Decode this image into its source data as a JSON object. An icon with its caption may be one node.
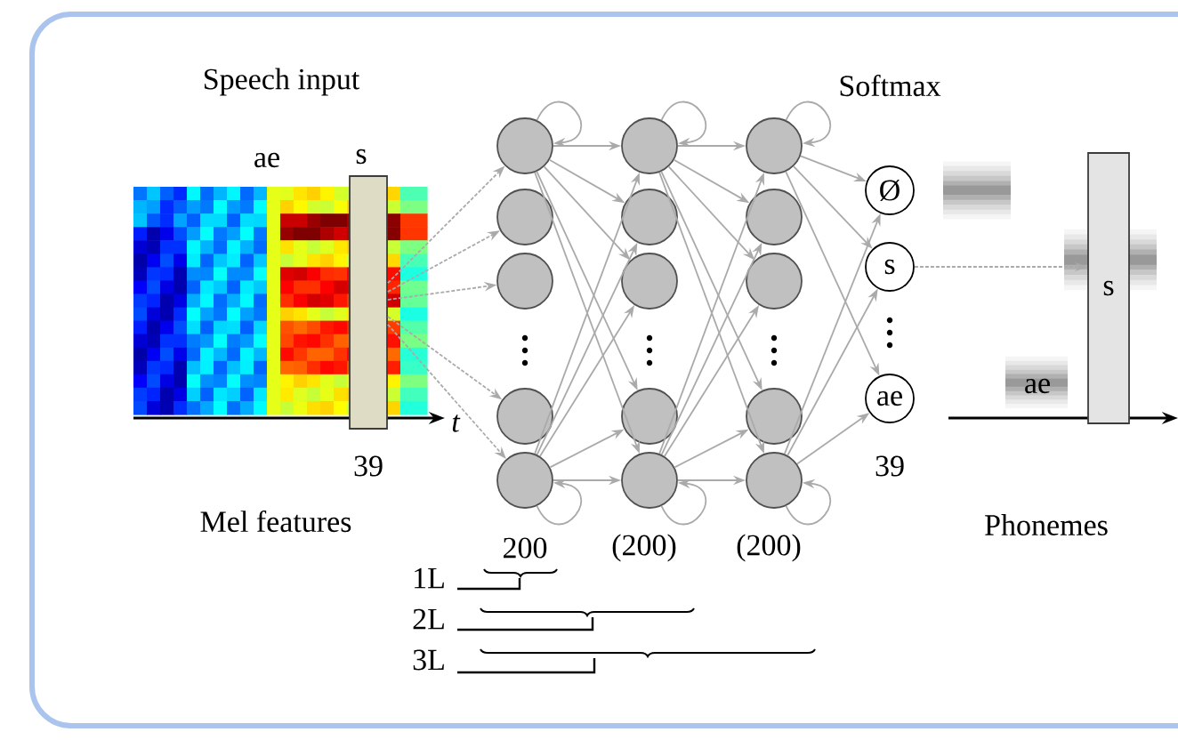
{
  "diagram": {
    "nodes": [
      {
        "text": [],
        "shape": "bar"
      },
      {
        "text": [],
        "shape": "circle"
      },
      {
        "text": [],
        "shape": "circle"
      },
      {
        "text": [],
        "shape": "circle"
      },
      {
        "text": [],
        "shape": "circle"
      },
      {
        "text": [],
        "shape": "circle"
      },
      {
        "text": [],
        "shape": "circle"
      },
      {
        "text": [],
        "shape": "circle"
      },
      {
        "text": [],
        "shape": "circle"
      },
      {
        "text": [],
        "shape": "circle"
      },
      {
        "text": [],
        "shape": "circle"
      },
      {
        "text": [],
        "shape": "circle"
      },
      {
        "text": [],
        "shape": "circle"
      },
      {
        "text": [],
        "shape": "circle"
      },
      {
        "text": [],
        "shape": "circle"
      },
      {
        "text": [],
        "shape": "circle"
      },
      {
        "text": [
          "Ø"
        ]
      },
      {
        "text": [
          "s"
        ]
      },
      {
        "text": [
          "ae"
        ]
      },
      {
        "text": [
          "s"
        ]
      }
    ],
    "edges": [
      {
        "from": 0,
        "to": 1,
        "arrow": "to",
        "style": "dashed"
      },
      {
        "from": 0,
        "to": 2,
        "arrow": "to",
        "style": "dashed"
      },
      {
        "from": 0,
        "to": 3,
        "arrow": "to",
        "style": "dashed"
      },
      {
        "from": 0,
        "to": 4,
        "arrow": "to",
        "style": "dashed"
      },
      {
        "from": 0,
        "to": 5,
        "arrow": "to",
        "style": "dashed"
      },
      {
        "from": 1,
        "to": 1,
        "arrow": "to"
      },
      {
        "from": 5,
        "to": 5,
        "arrow": "to"
      },
      {
        "from": 1,
        "to": 6,
        "arrow": "to"
      },
      {
        "from": 1,
        "to": 7,
        "arrow": "to"
      },
      {
        "from": 1,
        "to": 8,
        "arrow": "to"
      },
      {
        "from": 1,
        "to": 9,
        "arrow": "to"
      },
      {
        "from": 1,
        "to": 10,
        "arrow": "to"
      },
      {
        "from": 5,
        "to": 6,
        "arrow": "to"
      },
      {
        "from": 5,
        "to": 7,
        "arrow": "to"
      },
      {
        "from": 5,
        "to": 8,
        "arrow": "to"
      },
      {
        "from": 5,
        "to": 9,
        "arrow": "to"
      },
      {
        "from": 5,
        "to": 10,
        "arrow": "to"
      },
      {
        "from": 6,
        "to": 6,
        "arrow": "to"
      },
      {
        "from": 10,
        "to": 10,
        "arrow": "to"
      },
      {
        "from": 6,
        "to": 11,
        "arrow": "to"
      },
      {
        "from": 6,
        "to": 12,
        "arrow": "to"
      },
      {
        "from": 6,
        "to": 13,
        "arrow": "to"
      },
      {
        "from": 6,
        "to": 14,
        "arrow": "to"
      },
      {
        "from": 6,
        "to": 15,
        "arrow": "to"
      },
      {
        "from": 10,
        "to": 11,
        "arrow": "to"
      },
      {
        "from": 10,
        "to": 12,
        "arrow": "to"
      },
      {
        "from": 10,
        "to": 13,
        "arrow": "to"
      },
      {
        "from": 10,
        "to": 14,
        "arrow": "to"
      },
      {
        "from": 10,
        "to": 15,
        "arrow": "to"
      },
      {
        "from": 11,
        "to": 11,
        "arrow": "to"
      },
      {
        "from": 15,
        "to": 15,
        "arrow": "to"
      },
      {
        "from": 11,
        "to": 16,
        "arrow": "to"
      },
      {
        "from": 11,
        "to": 17,
        "arrow": "to"
      },
      {
        "from": 11,
        "to": 18,
        "arrow": "to"
      },
      {
        "from": 15,
        "to": 16,
        "arrow": "to"
      },
      {
        "from": 15,
        "to": 17,
        "arrow": "to"
      },
      {
        "from": 15,
        "to": 18,
        "arrow": "to"
      },
      {
        "from": 17,
        "to": 19,
        "arrow": "to",
        "style": "dashed"
      }
    ],
    "labels": [
      "Speech input",
      "ae",
      "s",
      "t",
      "39",
      "Mel features",
      "200",
      "(200)",
      "(200)",
      "1L",
      "2L",
      "3L",
      "Softmax",
      "39",
      "ae",
      "Phonemes"
    ]
  }
}
